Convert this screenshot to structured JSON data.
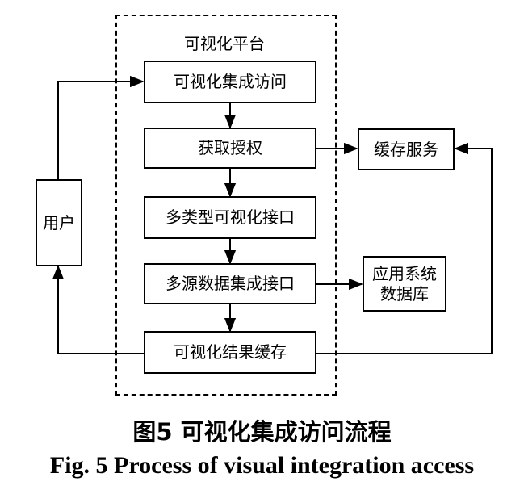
{
  "diagram": {
    "platform_label": "可视化平台",
    "user_label": "用户",
    "steps": [
      "可视化集成访问",
      "获取授权",
      "多类型可视化接口",
      "多源数据集成接口",
      "可视化结果缓存"
    ],
    "cache_service_label": "缓存服务",
    "app_db_label_line1": "应用系统",
    "app_db_label_line2": "数据库"
  },
  "caption": {
    "chinese": "图5  可视化集成访问流程",
    "english": "Fig. 5  Process of visual integration access"
  }
}
